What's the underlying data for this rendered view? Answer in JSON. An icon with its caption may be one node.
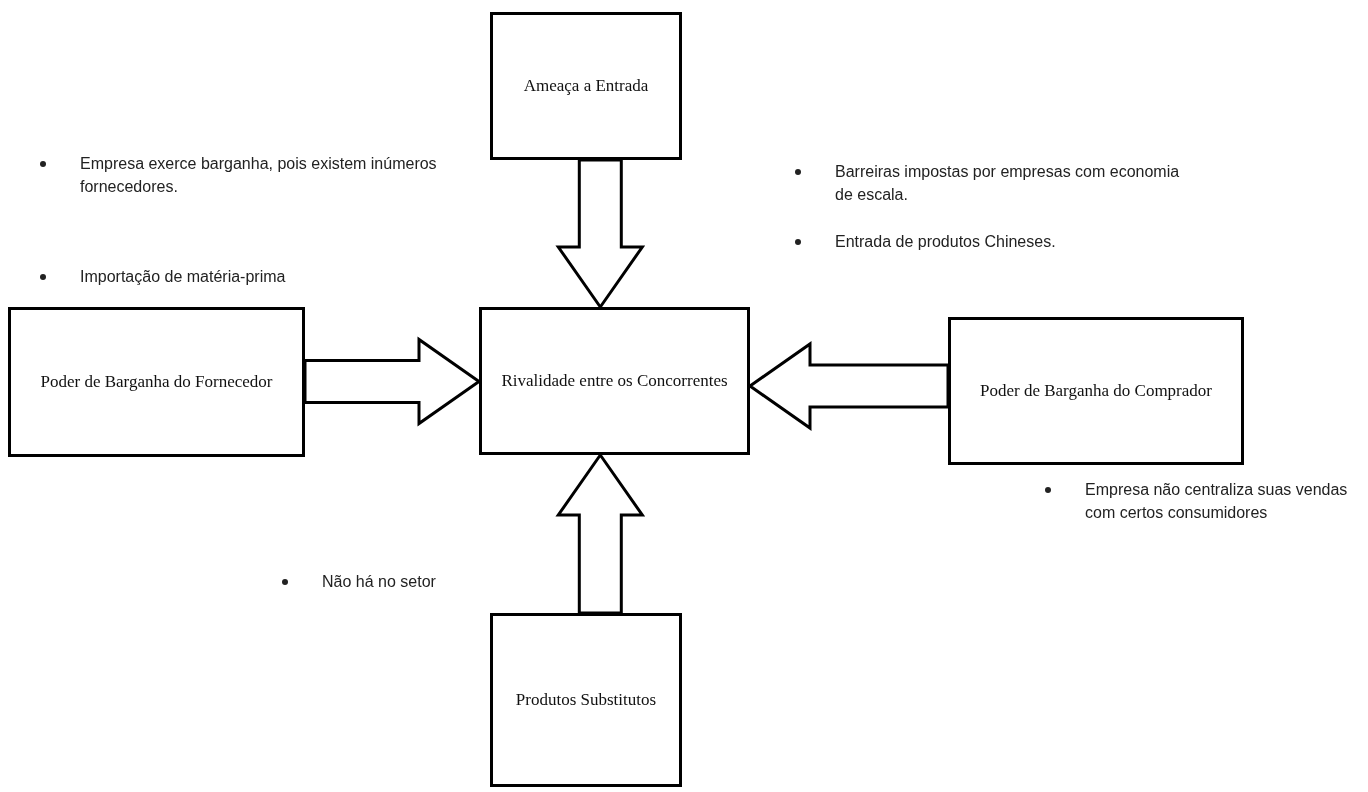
{
  "diagram": {
    "nodes": [
      {
        "text": [
          "Ameaça a Entrada"
        ]
      },
      {
        "text": [
          "Poder de Barganha do Fornecedor"
        ]
      },
      {
        "text": [
          "Rivalidade entre os Concorrentes"
        ]
      },
      {
        "text": [
          "Poder de Barganha do Comprador"
        ]
      },
      {
        "text": [
          "Produtos Substitutos"
        ]
      }
    ],
    "edges": [
      {
        "from": 0,
        "to": 2,
        "arrow": "to"
      },
      {
        "from": 1,
        "to": 2,
        "arrow": "to"
      },
      {
        "from": 3,
        "to": 2,
        "arrow": "to"
      },
      {
        "from": 4,
        "to": 2,
        "arrow": "to"
      }
    ],
    "labels": [
      "Empresa exerce barganha, pois existem inúmeros fornecedores.",
      "Importação de matéria-prima",
      "Barreiras impostas por empresas com economia de escala.",
      "Entrada de produtos Chineses.",
      "Empresa não centraliza suas vendas com certos consumidores",
      "Não há no setor"
    ]
  }
}
